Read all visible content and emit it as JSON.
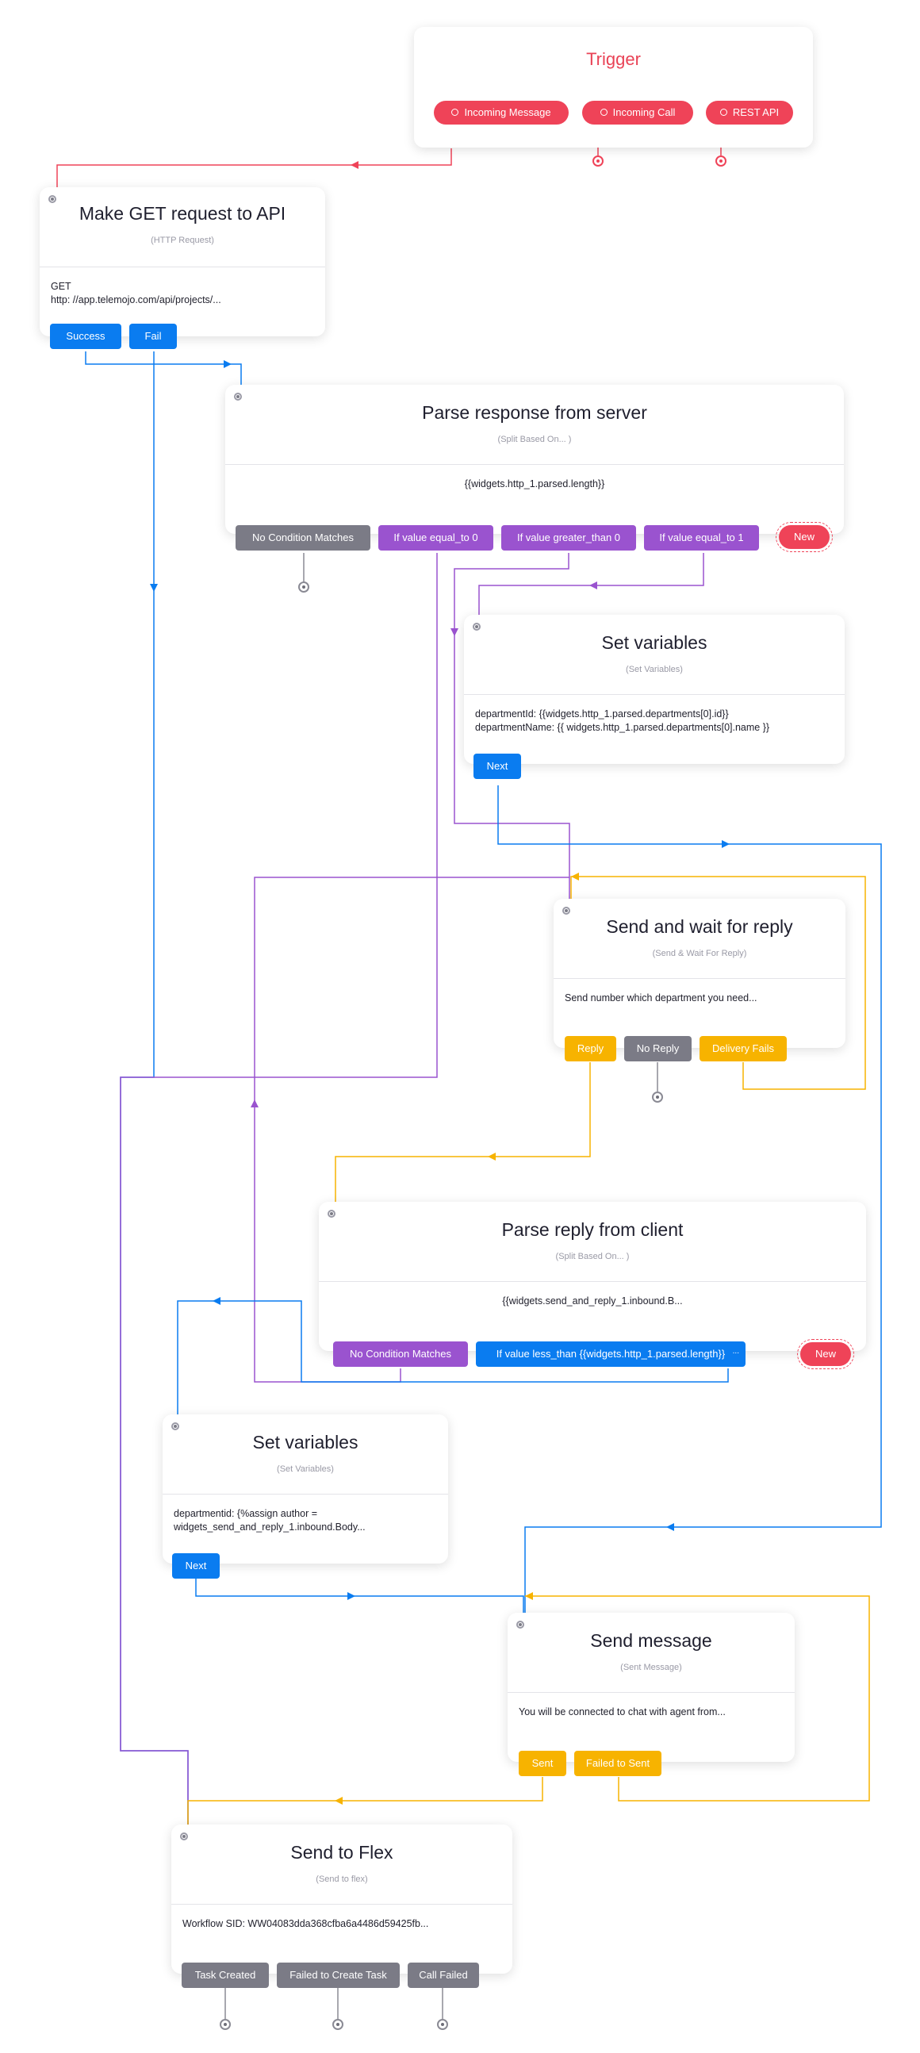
{
  "colors": {
    "red": "#ef4358",
    "blue": "#0a7cf0",
    "purple": "#9a53cf",
    "gray": "#7b7b86",
    "yellow": "#f7b300"
  },
  "trigger": {
    "title": "Trigger",
    "pills": [
      "Incoming Message",
      "Incoming Call",
      "REST API"
    ]
  },
  "http_request": {
    "title": "Make GET request to API",
    "subtitle": "(HTTP Request)",
    "method": "GET",
    "url": "http: //app.telemojo.com/api/projects/...",
    "buttons": {
      "success": "Success",
      "fail": "Fail"
    }
  },
  "parse_response": {
    "title": "Parse response from server",
    "subtitle": "(Split Based On... )",
    "expression": "{{widgets.http_1.parsed.length}}",
    "buttons": {
      "no_match": "No Condition Matches",
      "eq0": "If value equal_to 0",
      "gt0": "If value greater_than 0",
      "eq1": "If value equal_to 1",
      "new": "New"
    }
  },
  "set_vars_1": {
    "title": "Set variables",
    "subtitle": "(Set Variables)",
    "line1": "departmentId: {{widgets.http_1.parsed.departments[0].id}}",
    "line2": "departmentName: {{ widgets.http_1.parsed.departments[0].name }}",
    "buttons": {
      "next": "Next"
    }
  },
  "send_wait": {
    "title": "Send and wait for reply",
    "subtitle": "(Send & Wait For Reply)",
    "body": "Send number which department you need...",
    "buttons": {
      "reply": "Reply",
      "no_reply": "No Reply",
      "delivery_fails": "Delivery Fails"
    }
  },
  "parse_reply": {
    "title": "Parse reply from client",
    "subtitle": "(Split Based On... )",
    "expression": "{{widgets.send_and_reply_1.inbound.B...",
    "buttons": {
      "no_match": "No Condition Matches",
      "lt": "If value less_than {{widgets.http_1.parsed.length}}",
      "ellipsis": "...",
      "new": "New"
    }
  },
  "set_vars_2": {
    "title": "Set variables",
    "subtitle": "(Set Variables)",
    "line1": "departmentid: {%assign author =",
    "line2": "widgets_send_and_reply_1.inbound.Body...",
    "buttons": {
      "next": "Next"
    }
  },
  "send_message": {
    "title": "Send message",
    "subtitle": "(Sent Message)",
    "body": "You will be connected to chat with agent from...",
    "buttons": {
      "sent": "Sent",
      "failed": "Failed to Sent"
    }
  },
  "send_flex": {
    "title": "Send to Flex",
    "subtitle": "(Send to flex)",
    "body": "Workflow SID: WW04083dda368cfba6a4486d59425fb...",
    "buttons": {
      "task_created": "Task Created",
      "failed_task": "Failed to Create Task",
      "call_failed": "Call Failed"
    }
  }
}
